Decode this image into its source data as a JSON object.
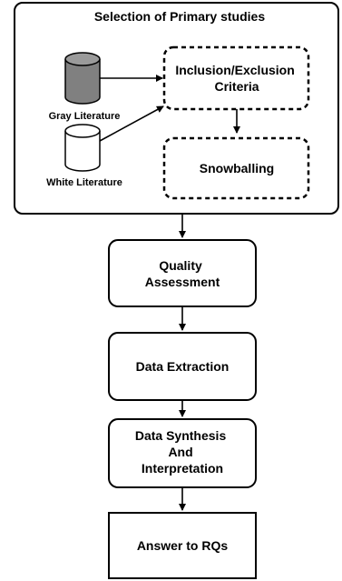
{
  "diagram": {
    "group": {
      "title": "Selection of Primary studies"
    },
    "sources": {
      "gray": {
        "label": "Gray Literature",
        "icon": "database-cylinder-icon",
        "fill": "#808080"
      },
      "white": {
        "label": "White Literature",
        "icon": "database-cylinder-icon",
        "fill": "#ffffff"
      }
    },
    "steps": {
      "criteria": [
        "Inclusion/Exclusion",
        "Criteria"
      ],
      "snowballing": [
        "Snowballing"
      ],
      "quality": [
        "Quality",
        "Assessment"
      ],
      "extraction": [
        "Data Extraction"
      ],
      "synthesis": [
        "Data Synthesis",
        "And",
        "Interpretation"
      ],
      "answer": [
        "Answer to RQs"
      ]
    }
  }
}
